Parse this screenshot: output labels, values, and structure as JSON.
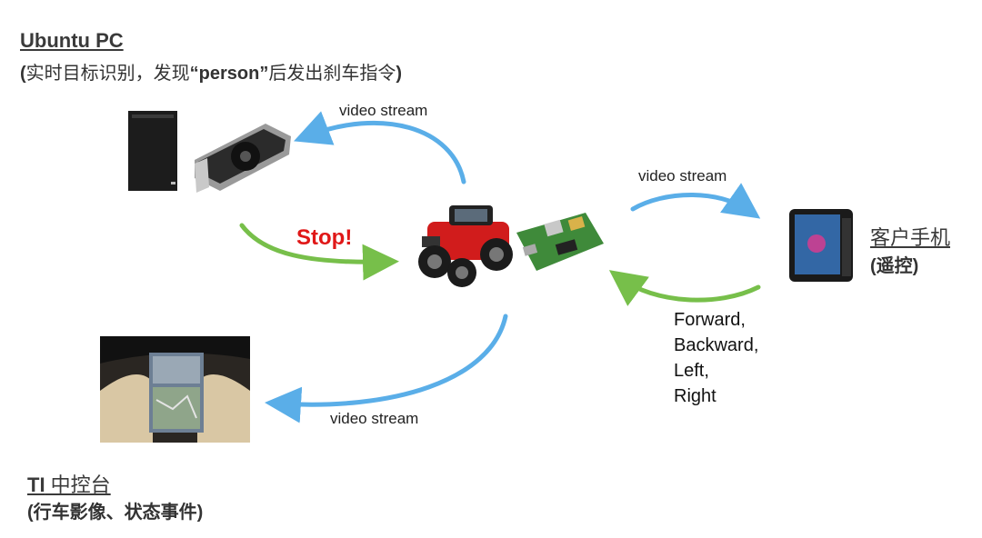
{
  "nodes": {
    "pc": {
      "title": "Ubuntu PC",
      "paren_open": "(",
      "desc_a": "实时目标识别，发现",
      "desc_b": "“person”",
      "desc_c": "后发出刹车指令",
      "paren_close": ")"
    },
    "phone": {
      "title": "客户手机",
      "desc": "(遥控)"
    },
    "console": {
      "title_a": "TI",
      "title_b": " 中控台",
      "desc": "(行车影像、状态事件)"
    }
  },
  "edges": {
    "car_to_pc": "video stream",
    "pc_to_car": "Stop!",
    "car_to_phone": "video stream",
    "phone_to_car": [
      "Forward,",
      "Backward,",
      "Left,",
      "Right"
    ],
    "car_to_console": "video stream"
  },
  "colors": {
    "video_arrow": "#5aaee8",
    "control_arrow": "#77bf4a",
    "stop_text": "#e01818"
  }
}
